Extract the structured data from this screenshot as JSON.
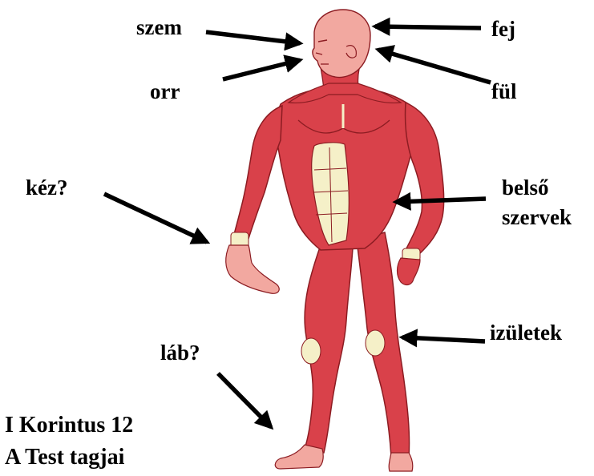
{
  "labels": {
    "eye": "szem",
    "nose": "orr",
    "head": "fej",
    "ear": "fül",
    "hand": "kéz?",
    "organs_line1": "belső",
    "organs_line2": "szervek",
    "joints": "izületek",
    "foot": "láb?"
  },
  "title": {
    "line1": "I Korintus 12",
    "line2": "A Test tagjai"
  },
  "colors": {
    "muscle": "#d9414a",
    "muscle_dark": "#8c1c22",
    "skin": "#f2a8a0",
    "tendon": "#f5f0c8",
    "arrow": "#000000"
  }
}
